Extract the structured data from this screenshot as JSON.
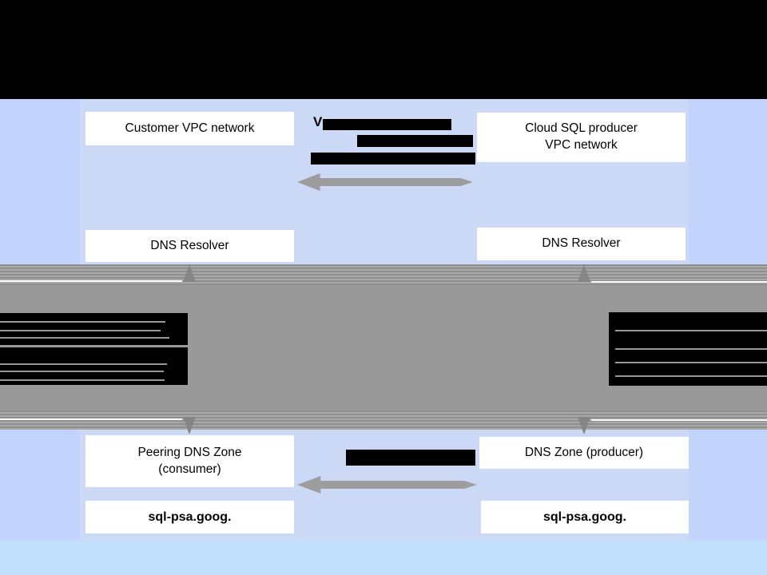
{
  "colors": {
    "header_black": "#000000",
    "outer_blue": "#c2d4fc",
    "panel_blue": "#ccd9f6",
    "footer_blue": "#c2dffd",
    "band_gray": "#999999",
    "band_stripe_dark": "#8f8f8f",
    "band_stripe_light": "#a8a8a8",
    "arrow_gray": "#9d9d9d",
    "arrowhead_gray": "#858585",
    "redaction_black": "#000000",
    "box_white": "#ffffff",
    "text_black": "#000000"
  },
  "boxes": {
    "customer_vpc": {
      "label": "Customer VPC network"
    },
    "producer_vpc": {
      "line1": "Cloud SQL producer",
      "line2": "VPC network"
    },
    "dns_resolver_left": {
      "label": "DNS Resolver"
    },
    "dns_resolver_right": {
      "label": "DNS Resolver"
    },
    "peering_zone": {
      "line1": "Peering DNS Zone",
      "line2": "(consumer)"
    },
    "producer_zone": {
      "label": "DNS Zone (producer)"
    },
    "sql_psa_left": {
      "label": "sql-psa.goog."
    },
    "sql_psa_right": {
      "label": "sql-psa.goog."
    }
  },
  "redacted": {
    "top_annotation_visible_glyph": "V"
  }
}
